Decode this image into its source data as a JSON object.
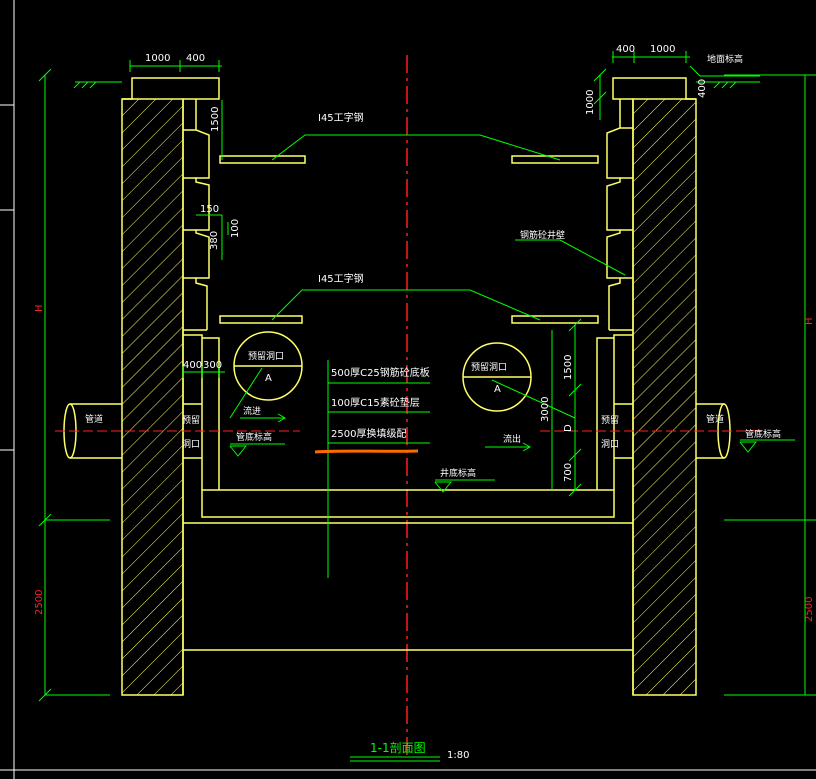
{
  "colors": {
    "background": "#000000",
    "structure": "#ffff66",
    "dimension": "#00ff00",
    "centerline": "#ff2020",
    "dimension_red": "#ff2020",
    "highlight": "#ff6a00",
    "frame": "#ffffff"
  },
  "title": {
    "main": "1-1剖面图",
    "scale": "1:80"
  },
  "dims": {
    "top_left_1000": "1000",
    "top_left_400": "400",
    "top_right_400": "400",
    "top_right_1000": "1000",
    "ground_level": "地面标高",
    "right_1000": "1000",
    "right_400": "400",
    "left_1500": "1500",
    "left_150": "150",
    "left_380": "380",
    "left_100": "100",
    "left_400": "400",
    "left_300": "300",
    "right_1500": "1500",
    "right_3000": "3000",
    "right_D": "D",
    "right_700": "700",
    "H": "H",
    "bottom_2500": "2500",
    "far_right_H": "H",
    "far_right_2500": "2500"
  },
  "labels": {
    "beam_upper": "I45工字钢",
    "beam_lower": "I45工字钢",
    "steel_wall": "钢筋砼井壁",
    "reserved_hole_left": "预留洞口",
    "reserved_hole_right": "预留洞口",
    "detail_A_left": "A",
    "detail_A_right": "A",
    "layer_1": "500厚C25钢筋砼底板",
    "layer_2": "100厚C15素砼垫层",
    "layer_3": "2500厚换填级配",
    "pipe_left": "管道",
    "pipe_right": "管道",
    "reserved_left_1": "预留",
    "reserved_left_2": "洞口",
    "reserved_right_1": "预留",
    "reserved_right_2": "洞口",
    "inflow": "流进",
    "outflow": "流出",
    "pipe_bottom_left": "管底标高",
    "pipe_bottom_right": "管底标高",
    "well_bottom": "井底标高"
  }
}
